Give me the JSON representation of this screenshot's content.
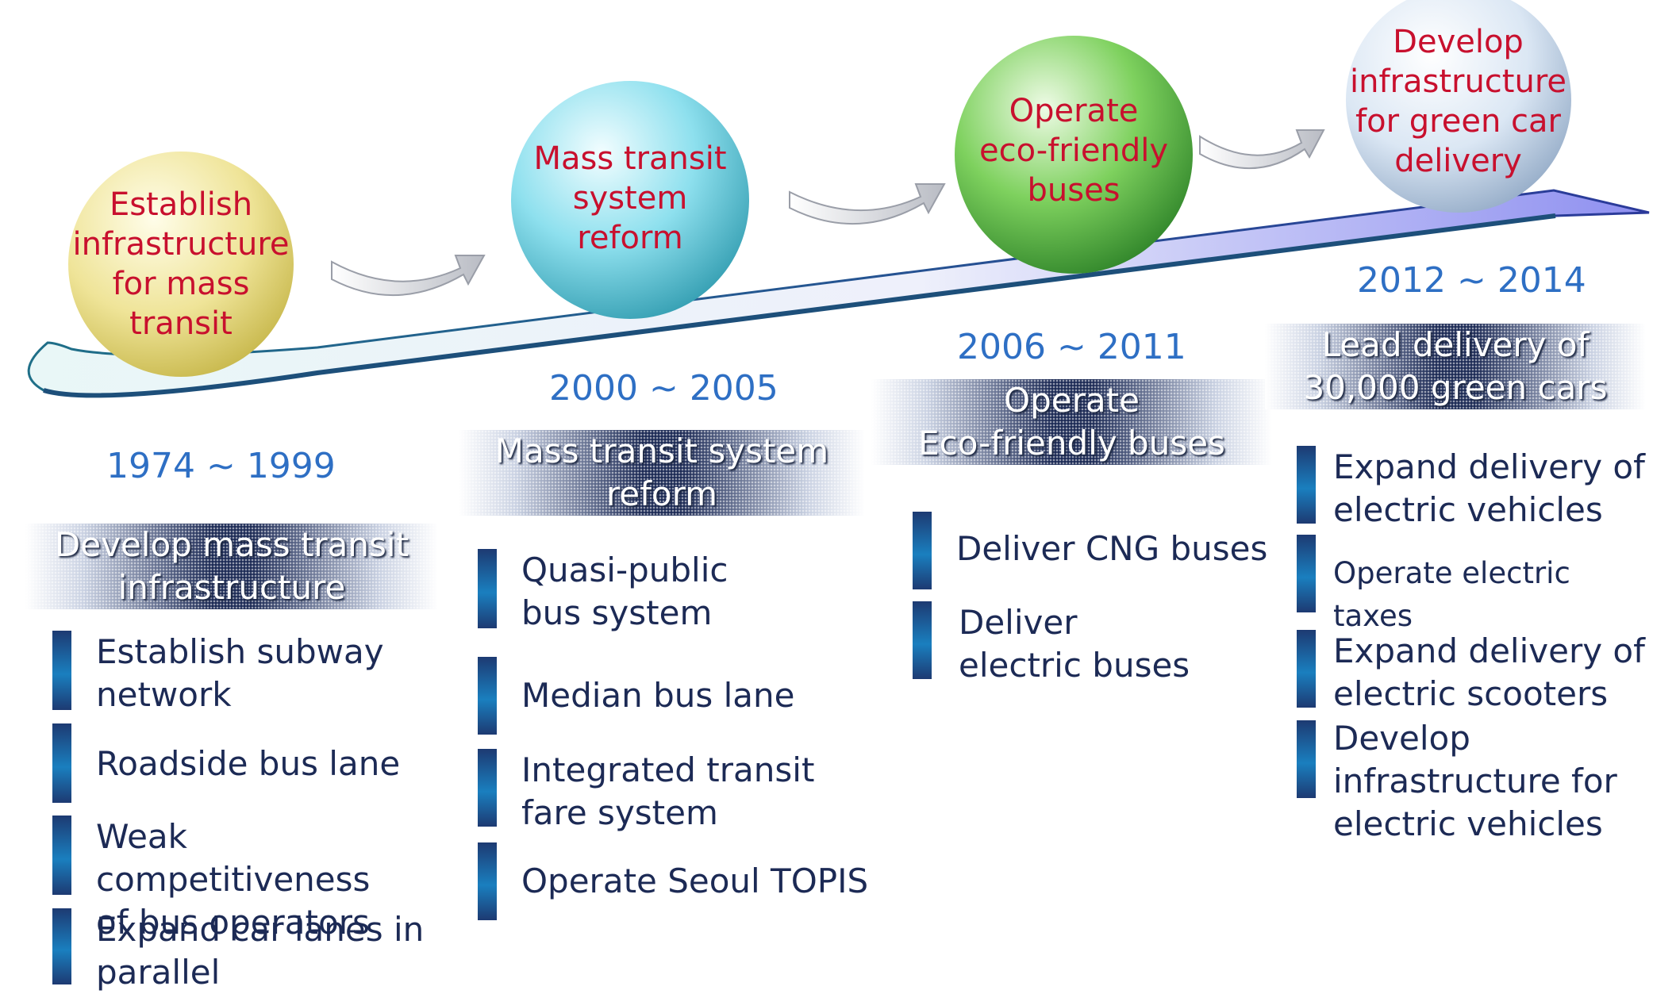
{
  "stages": [
    {
      "bubble": "Establish\ninfrastructure\nfor mass transit",
      "period": "1974 ~ 1999",
      "heading": "Develop mass transit\ninfrastructure",
      "items": [
        "Establish subway\nnetwork",
        "Roadside bus lane",
        "Weak competitiveness\nof bus operators",
        "Expand car lanes in\nparallel"
      ]
    },
    {
      "bubble": "Mass transit\nsystem\nreform",
      "period": "2000 ~ 2005",
      "heading": "Mass transit system\nreform",
      "items": [
        "Quasi-public\nbus system",
        "Median bus lane",
        "Integrated transit\nfare system",
        "Operate Seoul TOPIS"
      ]
    },
    {
      "bubble": "Operate\neco-friendly\nbuses",
      "period": "2006 ~ 2011",
      "heading": "Operate\nEco-friendly buses",
      "items": [
        "Deliver CNG buses",
        "Deliver\nelectric buses"
      ]
    },
    {
      "bubble": "Develop\ninfrastructure\nfor green car\ndelivery",
      "period": "2012 ~ 2014",
      "heading": "Lead delivery of\n30,000 green cars",
      "items": [
        "Expand delivery of\nelectric vehicles",
        "Operate electric taxes",
        "Expand delivery of\nelectric scooters",
        "Develop\ninfrastructure for\nelectric vehicles"
      ]
    }
  ],
  "colors": {
    "bubble_text": "#c8102e",
    "period_text": "#2e6fc4",
    "item_text": "#1c2a55",
    "banner_dark": "#1c2a55",
    "bubble_fills": [
      "#e6dc78",
      "#4fc3d6",
      "#3fa83a",
      "#b9cfe6"
    ]
  }
}
